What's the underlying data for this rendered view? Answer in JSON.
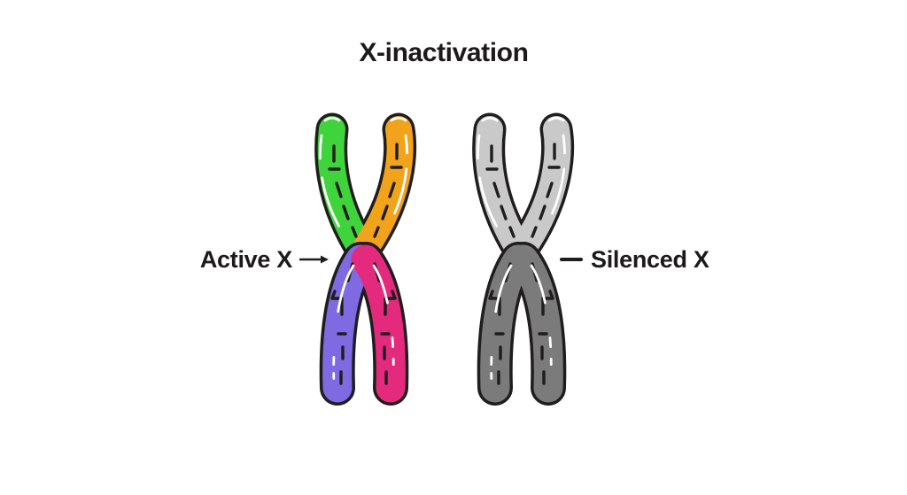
{
  "title": "X-inactivation",
  "diagram": {
    "active_label": "Active X",
    "silenced_label": "Silenced X"
  },
  "colors": {
    "background": "#ffffff",
    "ink": "#201d1d",
    "active_top_left_green": "#3fd43c",
    "active_top_right_orange": "#f2a31c",
    "active_bottom_left_purple": "#7f6ae2",
    "active_bottom_right_magenta": "#e42a7c",
    "silenced_top_gray": "#c9c9c9",
    "silenced_bottom_gray": "#7b7b7b"
  }
}
